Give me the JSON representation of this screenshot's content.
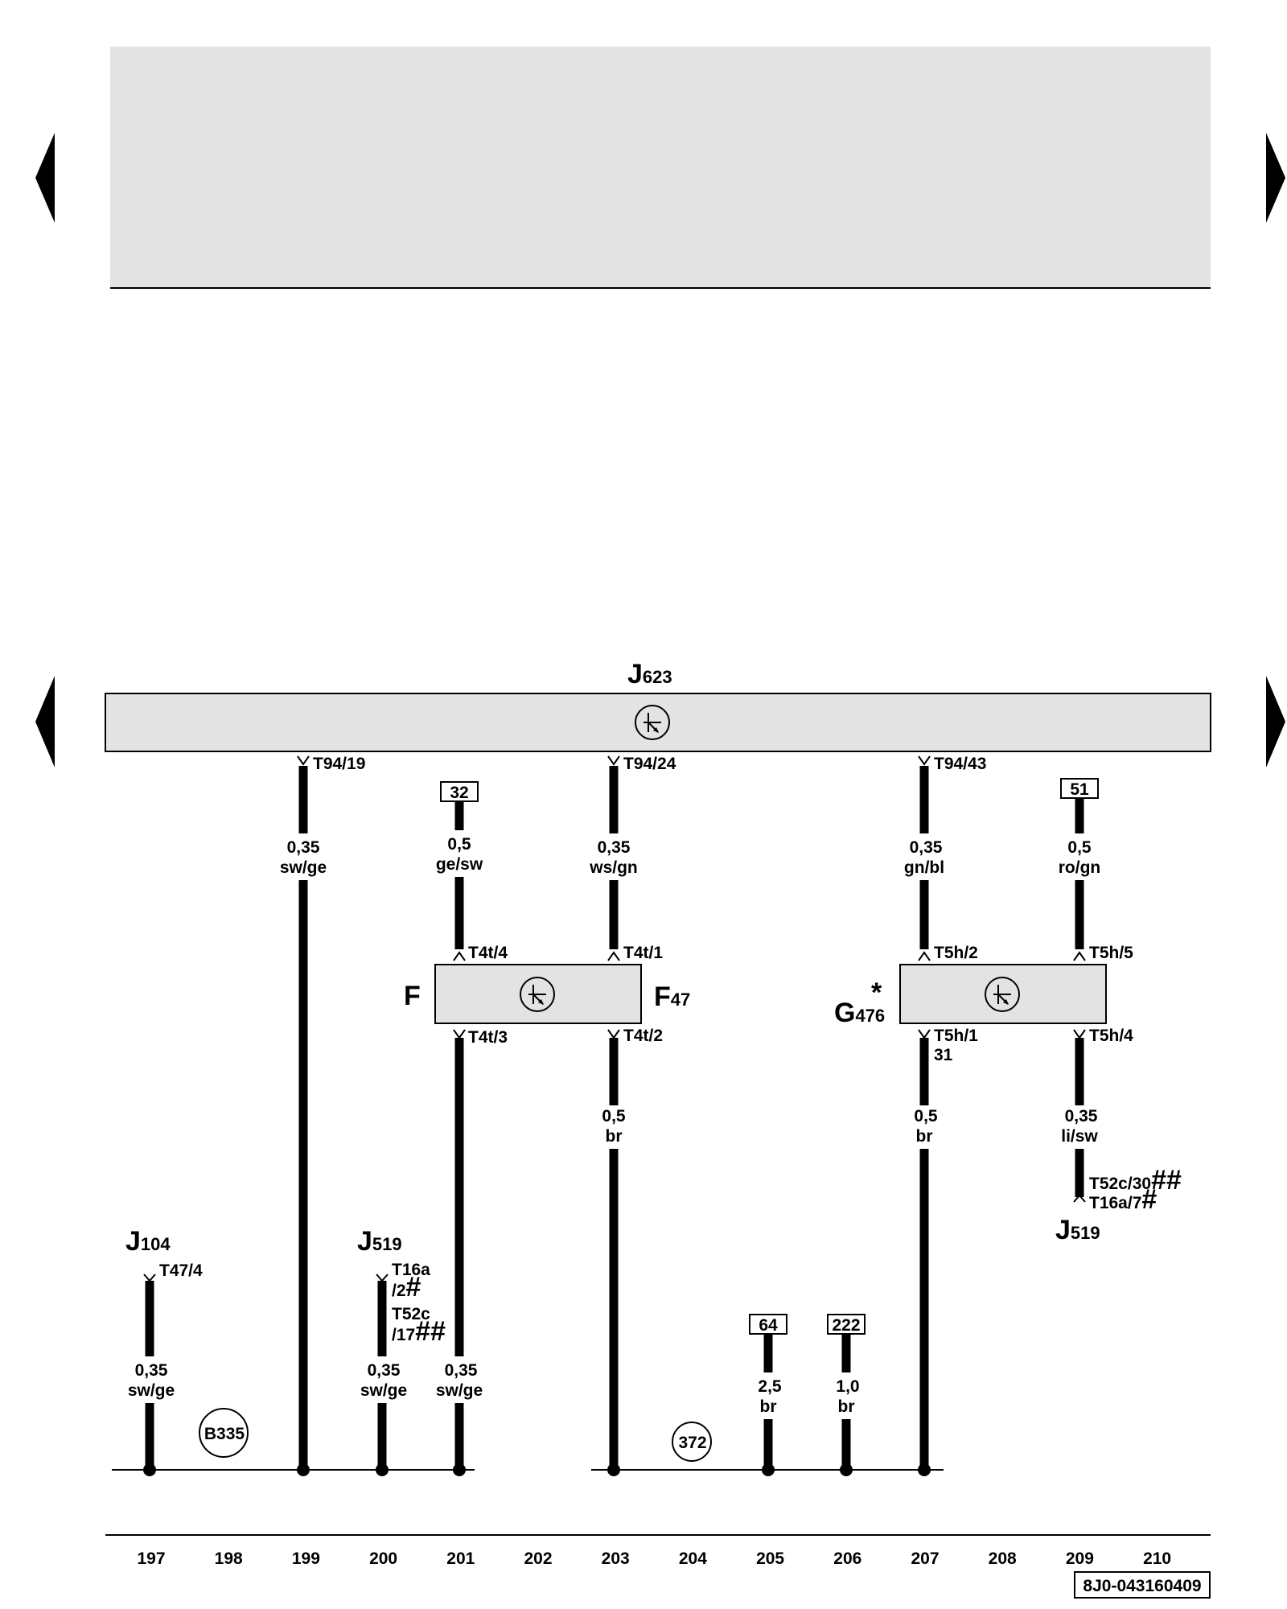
{
  "nav": {
    "prev": "previous-page",
    "next": "next-page"
  },
  "ecu": {
    "name": "J",
    "sub": "623"
  },
  "module_f": {
    "name_left": "F",
    "name_right": "F",
    "sub_right": "47"
  },
  "module_g": {
    "name": "G",
    "sub": "476",
    "star": "*"
  },
  "pins": {
    "t94_19": "T94/19",
    "t94_24": "T94/24",
    "t94_43": "T94/43",
    "t4t_4": "T4t/4",
    "t4t_1": "T4t/1",
    "t4t_3": "T4t/3",
    "t4t_2": "T4t/2",
    "t5h_2": "T5h/2",
    "t5h_5": "T5h/5",
    "t5h_1": "T5h/1",
    "t5h_1_b": "31",
    "t5h_4": "T5h/4",
    "t47_4": "T47/4",
    "t16a_2_a": "T16a",
    "t16a_2_b": "/2",
    "t16a_2_mark": "#",
    "t52c_17_a": "T52c",
    "t52c_17_b": "/17",
    "t52c_17_mark": "##",
    "t52c_30": "T52c/30",
    "t52c_30_mark": "##",
    "t16a_7": "T16a/7",
    "t16a_7_mark": "#"
  },
  "refs": {
    "r32": "32",
    "r51": "51",
    "r64": "64",
    "r222": "222"
  },
  "wires": {
    "w199": [
      "0,35",
      "sw/ge"
    ],
    "w201_top": [
      "0,5",
      "ge/sw"
    ],
    "w203_top": [
      "0,35",
      "ws/gn"
    ],
    "w207_top": [
      "0,35",
      "gn/bl"
    ],
    "w209_top": [
      "0,5",
      "ro/gn"
    ],
    "w203_bot": [
      "0,5",
      "br"
    ],
    "w207_bot": [
      "0,5",
      "br"
    ],
    "w209_bot": [
      "0,35",
      "li/sw"
    ],
    "w197": [
      "0,35",
      "sw/ge"
    ],
    "w200": [
      "0,35",
      "sw/ge"
    ],
    "w201_bot": [
      "0,35",
      "sw/ge"
    ],
    "w205": [
      "2,5",
      "br"
    ],
    "w206": [
      "1,0",
      "br"
    ]
  },
  "components": {
    "j104": {
      "name": "J",
      "sub": "104"
    },
    "j519_left": {
      "name": "J",
      "sub": "519"
    },
    "j519_right": {
      "name": "J",
      "sub": "519"
    }
  },
  "ground_points": {
    "b335": "B335",
    "g372": "372"
  },
  "footer": {
    "columns": [
      "197",
      "198",
      "199",
      "200",
      "201",
      "202",
      "203",
      "204",
      "205",
      "206",
      "207",
      "208",
      "209",
      "210"
    ],
    "doc_id": "8J0-043160409"
  }
}
